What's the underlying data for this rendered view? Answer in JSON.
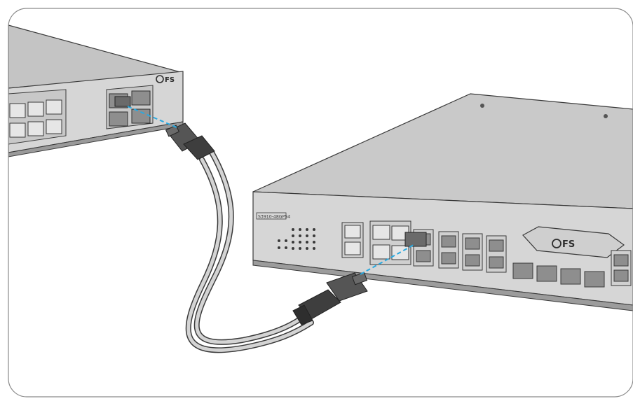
{
  "figure": {
    "left_device": {
      "brand": "FS"
    },
    "right_device": {
      "brand": "FS",
      "model_label": "S3910-48GPS4"
    },
    "colors": {
      "panel_face": "#d4d4d4",
      "panel_top": "#c2c2c2",
      "outline": "#3a3a3a",
      "cable": "#c8c8c8",
      "connector": "#4a4a4a",
      "guide_line": "#29a9e0",
      "frame_border": "#8a8a8a"
    }
  }
}
